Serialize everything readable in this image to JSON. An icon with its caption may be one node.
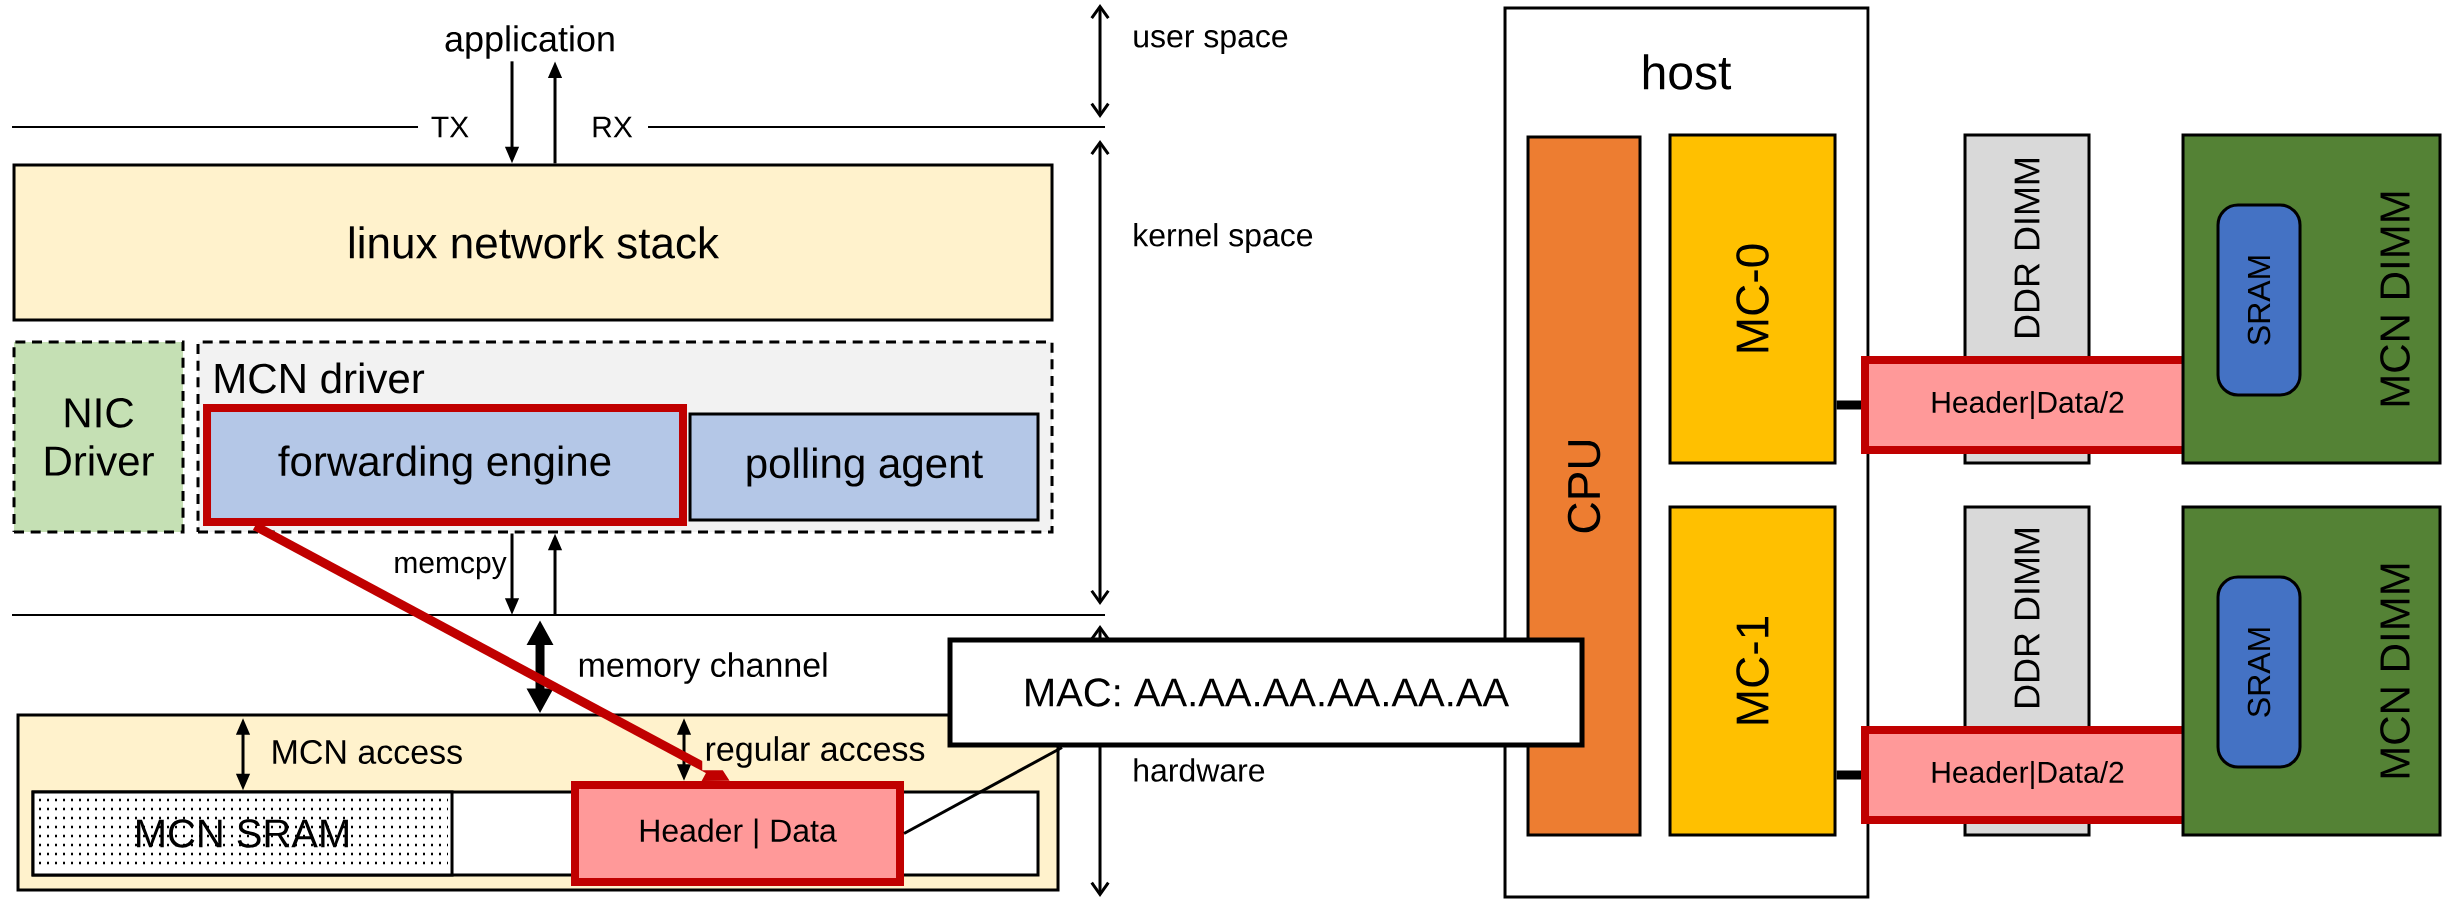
{
  "diagram": {
    "nodes": [
      {
        "text": [
          "application"
        ]
      },
      {
        "text": [
          "linux network stack"
        ]
      },
      {
        "text": [
          "NIC Driver"
        ]
      },
      {
        "text": [
          "MCN driver"
        ]
      },
      {
        "text": [
          "forwarding engine"
        ],
        "in": 3
      },
      {
        "text": [
          "polling agent"
        ],
        "in": 3
      },
      {
        "text": [],
        "shape": "box"
      },
      {
        "text": [],
        "shape": "box",
        "in": 6
      },
      {
        "text": [
          "MCN SRAM"
        ],
        "in": 7
      },
      {
        "text": [
          "Header | Data"
        ],
        "in": 7
      },
      {
        "text": [
          "MAC: AA.AA.AA.AA.AA.AA"
        ]
      },
      {
        "text": [
          "host"
        ]
      },
      {
        "text": [
          "CPU"
        ],
        "in": 11
      },
      {
        "text": [
          "MC-0"
        ],
        "in": 11
      },
      {
        "text": [
          "MC-1"
        ],
        "in": 11
      },
      {
        "text": [
          "DDR DIMM"
        ]
      },
      {
        "text": [
          "Header|Data/2"
        ]
      },
      {
        "text": [
          "MCN DIMM"
        ]
      },
      {
        "text": [
          "SRAM"
        ],
        "in": 17
      },
      {
        "text": [
          "DDR DIMM"
        ]
      },
      {
        "text": [
          "Header|Data/2"
        ]
      },
      {
        "text": [
          "MCN DIMM"
        ]
      },
      {
        "text": [
          "SRAM"
        ],
        "in": 21
      }
    ],
    "edges": [
      {
        "from": 0,
        "to": 1,
        "arrow": "to",
        "label": "TX"
      },
      {
        "from": 1,
        "to": 0,
        "arrow": "to",
        "label": "RX"
      },
      {
        "from": 3,
        "to": null,
        "arrow": "to",
        "label": "memcpy"
      },
      {
        "from": null,
        "to": 3,
        "arrow": "to"
      },
      {
        "from": null,
        "to": 6,
        "arrow": "both",
        "style": "thick",
        "label": "memory channel"
      },
      {
        "from": null,
        "to": 8,
        "arrow": "both",
        "label": "MCN access"
      },
      {
        "from": null,
        "to": 9,
        "arrow": "both",
        "label": "regular access"
      },
      {
        "from": 4,
        "to": 9,
        "arrow": "to",
        "style": "thick",
        "color": "#c00000"
      },
      {
        "from": 10,
        "to": 9,
        "arrow": "none"
      },
      {
        "from": 13,
        "to": 16,
        "arrow": "none",
        "style": "thick"
      },
      {
        "from": 14,
        "to": 20,
        "arrow": "none",
        "style": "thick"
      }
    ],
    "labels": [
      "user space",
      "kernel space",
      "hardware"
    ]
  }
}
